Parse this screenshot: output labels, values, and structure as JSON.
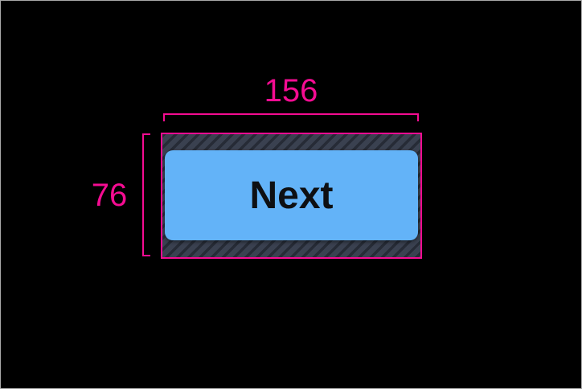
{
  "colors": {
    "screen_bg": "#000000",
    "screen_border": "#a9a9a9",
    "measurement_pink": "#f50c92",
    "padding_base": "#3a4150",
    "padding_stripe": "#262b36",
    "button_blue": "#63b3f8",
    "button_text": "#0e1013"
  },
  "measurements": {
    "width": "156",
    "height": "76"
  },
  "button": {
    "label": "Next"
  }
}
